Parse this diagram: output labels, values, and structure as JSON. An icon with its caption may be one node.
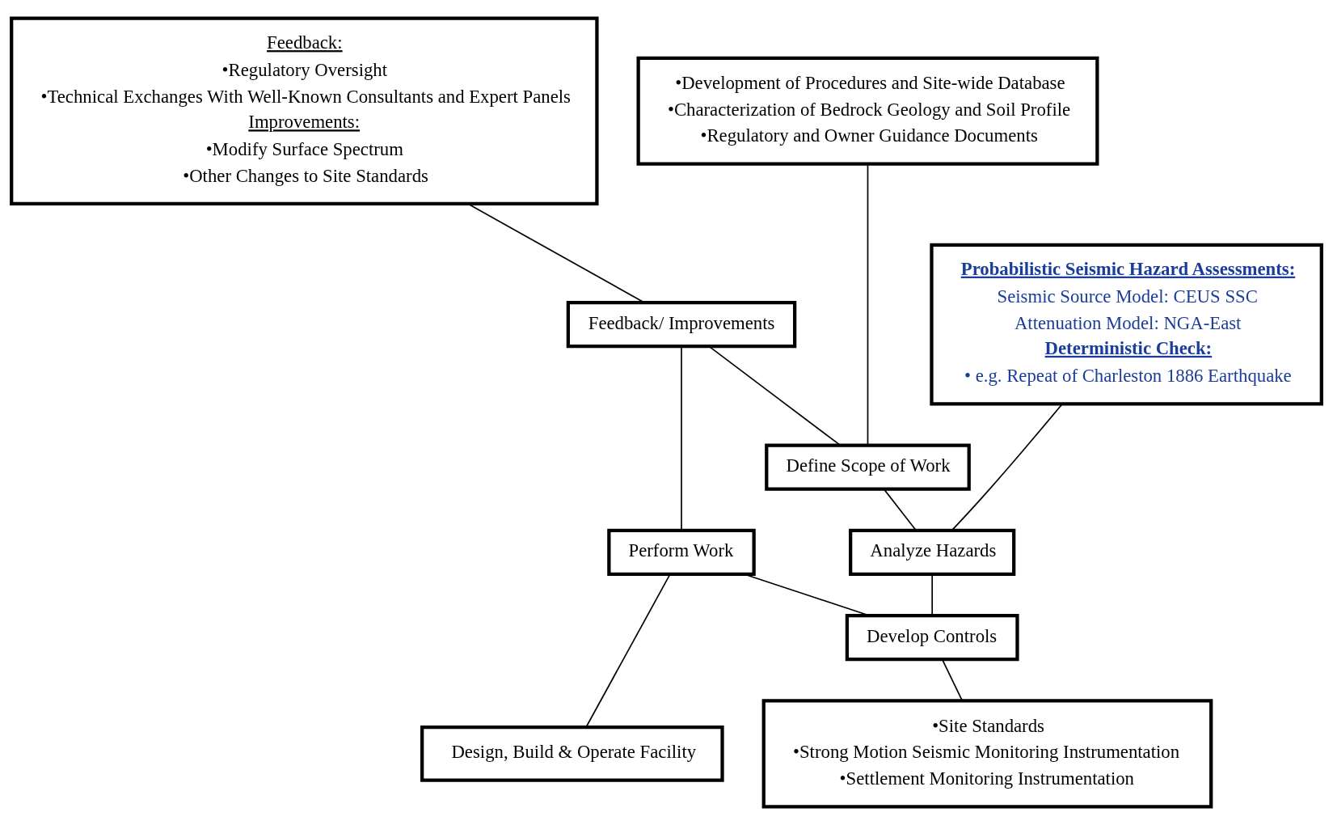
{
  "diagram": {
    "nodes": [
      {
        "text": [
          "Feedback:",
          "•Regulatory Oversight",
          "•Technical Exchanges With Well-Known Consultants and Expert Panels",
          "Improvements:",
          "•Modify Surface Spectrum",
          "•Other Changes to Site Standards"
        ]
      },
      {
        "text": [
          "•Development of Procedures and Site-wide Database",
          "•Characterization of Bedrock Geology and Soil Profile",
          "•Regulatory and Owner Guidance Documents"
        ]
      },
      {
        "text": [
          "Define Scope of Work"
        ]
      },
      {
        "text": [
          "Probabilistic Seismic Hazard Assessments:",
          "Seismic Source Model: CEUS SSC",
          "Attenuation Model: NGA-East",
          "Deterministic Check:",
          "• e.g. Repeat of Charleston 1886 Earthquake"
        ]
      },
      {
        "text": [
          "Feedback/ Improvements"
        ]
      },
      {
        "text": [
          "Analyze Hazards"
        ]
      },
      {
        "text": [
          "Perform Work"
        ]
      },
      {
        "text": [
          "Develop Controls"
        ]
      },
      {
        "text": [
          "Design, Build & Operate Facility"
        ]
      },
      {
        "text": [
          "•Site Standards",
          "•Strong Motion Seismic Monitoring Instrumentation",
          "•Settlement Monitoring Instrumentation"
        ]
      }
    ],
    "edges": [
      {
        "from": 1,
        "to": 2,
        "arrow": "none"
      },
      {
        "from": 0,
        "to": 4,
        "arrow": "none"
      },
      {
        "from": 3,
        "to": 5,
        "arrow": "none"
      },
      {
        "from": 2,
        "to": 5,
        "arrow": "none"
      },
      {
        "from": 5,
        "to": 7,
        "arrow": "none"
      },
      {
        "from": 7,
        "to": 6,
        "arrow": "none"
      },
      {
        "from": 6,
        "to": 4,
        "arrow": "none"
      },
      {
        "from": 4,
        "to": 2,
        "arrow": "none"
      },
      {
        "from": 6,
        "to": 8,
        "arrow": "none"
      },
      {
        "from": 7,
        "to": 9,
        "arrow": "none"
      }
    ]
  }
}
